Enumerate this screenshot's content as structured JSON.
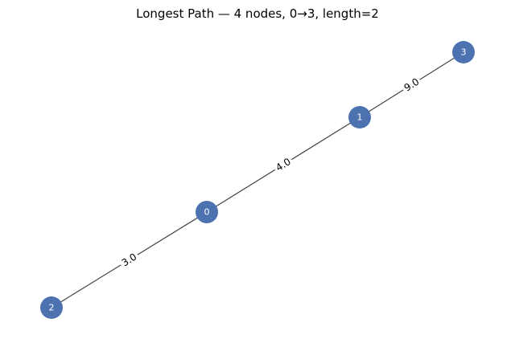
{
  "title": "Longest Path — 4 nodes, 0→3, length=2",
  "colors": {
    "node_fill": "#4c72b0",
    "node_text": "#ffffff",
    "edge": "#444444",
    "label_bg": "#ffffff",
    "label_text": "#000000"
  },
  "nodes": [
    {
      "id": "0",
      "label": "0"
    },
    {
      "id": "1",
      "label": "1"
    },
    {
      "id": "2",
      "label": "2"
    },
    {
      "id": "3",
      "label": "3"
    }
  ],
  "edges": [
    {
      "source": "2",
      "target": "0",
      "label": "3.0"
    },
    {
      "source": "0",
      "target": "1",
      "label": "4.0"
    },
    {
      "source": "1",
      "target": "3",
      "label": "9.0"
    }
  ]
}
